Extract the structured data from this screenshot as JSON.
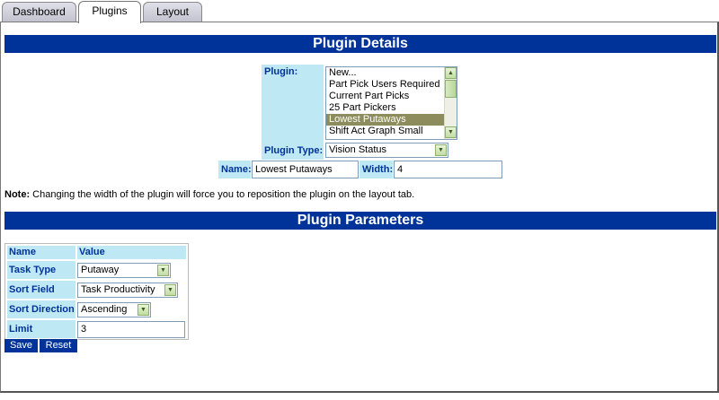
{
  "tabs": [
    {
      "label": "Dashboard",
      "active": false
    },
    {
      "label": "Plugins",
      "active": true
    },
    {
      "label": "Layout",
      "active": false
    }
  ],
  "plugin_details": {
    "title": "Plugin Details",
    "plugin_label": "Plugin:",
    "plugin_options": [
      "New...",
      "Part Pick Users Required",
      "Current Part Picks",
      "25 Part Pickers",
      "Lowest Putaways",
      "Shift Act Graph Small"
    ],
    "selected_option": "Lowest Putaways",
    "plugin_type_label": "Plugin Type:",
    "plugin_type_value": "Vision Status",
    "name_label": "Name:",
    "name_value": "Lowest Putaways",
    "width_label": "Width:",
    "width_value": "4"
  },
  "note": {
    "prefix": "Note:",
    "text": " Changing the width of the plugin will force you to reposition the plugin on the layout tab."
  },
  "plugin_parameters": {
    "title": "Plugin Parameters",
    "header_name": "Name",
    "header_value": "Value",
    "rows": [
      {
        "name": "Task Type",
        "value": "Putaway"
      },
      {
        "name": "Sort Field",
        "value": "Task Productivity"
      },
      {
        "name": "Sort Direction",
        "value": "Ascending"
      },
      {
        "name": "Limit",
        "value": "3"
      }
    ]
  },
  "buttons": {
    "save": "Save",
    "reset": "Reset"
  },
  "icons": {
    "dropdown": "chevron-down-icon",
    "scroll_up": "chevron-up-icon",
    "scroll_down": "chevron-down-icon"
  }
}
